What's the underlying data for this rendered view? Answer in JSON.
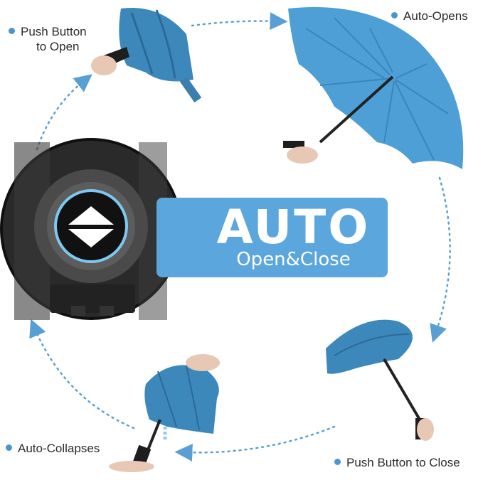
{
  "steps": {
    "push_open": {
      "line1": "Push Button",
      "line2": "to Open"
    },
    "auto_opens": "Auto-Opens",
    "push_close": "Push Button to Close",
    "auto_collapses": "Auto-Collapses"
  },
  "banner": {
    "title": "AUTO",
    "subtitle": "Open&Close"
  },
  "colors": {
    "accent": "#5ba6dd",
    "umbrella": "#3f8fc4",
    "umbrella_dark": "#2a6a98",
    "arrow": "#5a9fd4",
    "button_ring": "#7ec8f0"
  },
  "icons": [
    "auto-button-icon",
    "cycle-arrow-icon"
  ]
}
